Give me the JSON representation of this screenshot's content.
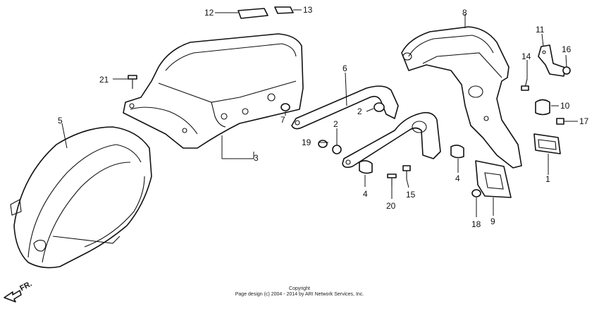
{
  "diagram": {
    "callouts": [
      {
        "id": "c1",
        "label": "1"
      },
      {
        "id": "c2a",
        "label": "2"
      },
      {
        "id": "c2b",
        "label": "2"
      },
      {
        "id": "c3",
        "label": "3"
      },
      {
        "id": "c4a",
        "label": "4"
      },
      {
        "id": "c4b",
        "label": "4"
      },
      {
        "id": "c5",
        "label": "5"
      },
      {
        "id": "c6",
        "label": "6"
      },
      {
        "id": "c7",
        "label": "7"
      },
      {
        "id": "c8",
        "label": "8"
      },
      {
        "id": "c9",
        "label": "9"
      },
      {
        "id": "c10",
        "label": "10"
      },
      {
        "id": "c11",
        "label": "11"
      },
      {
        "id": "c12",
        "label": "12"
      },
      {
        "id": "c13",
        "label": "13"
      },
      {
        "id": "c14",
        "label": "14"
      },
      {
        "id": "c15",
        "label": "15"
      },
      {
        "id": "c16",
        "label": "16"
      },
      {
        "id": "c17",
        "label": "17"
      },
      {
        "id": "c18",
        "label": "18"
      },
      {
        "id": "c19",
        "label": "19"
      },
      {
        "id": "c20",
        "label": "20"
      },
      {
        "id": "c21",
        "label": "21"
      }
    ],
    "direction_label": "FR.",
    "copyright_line1": "Copyright",
    "copyright_line2": "Page design (c) 2004 - 2014 by ARI Network Services, Inc."
  }
}
